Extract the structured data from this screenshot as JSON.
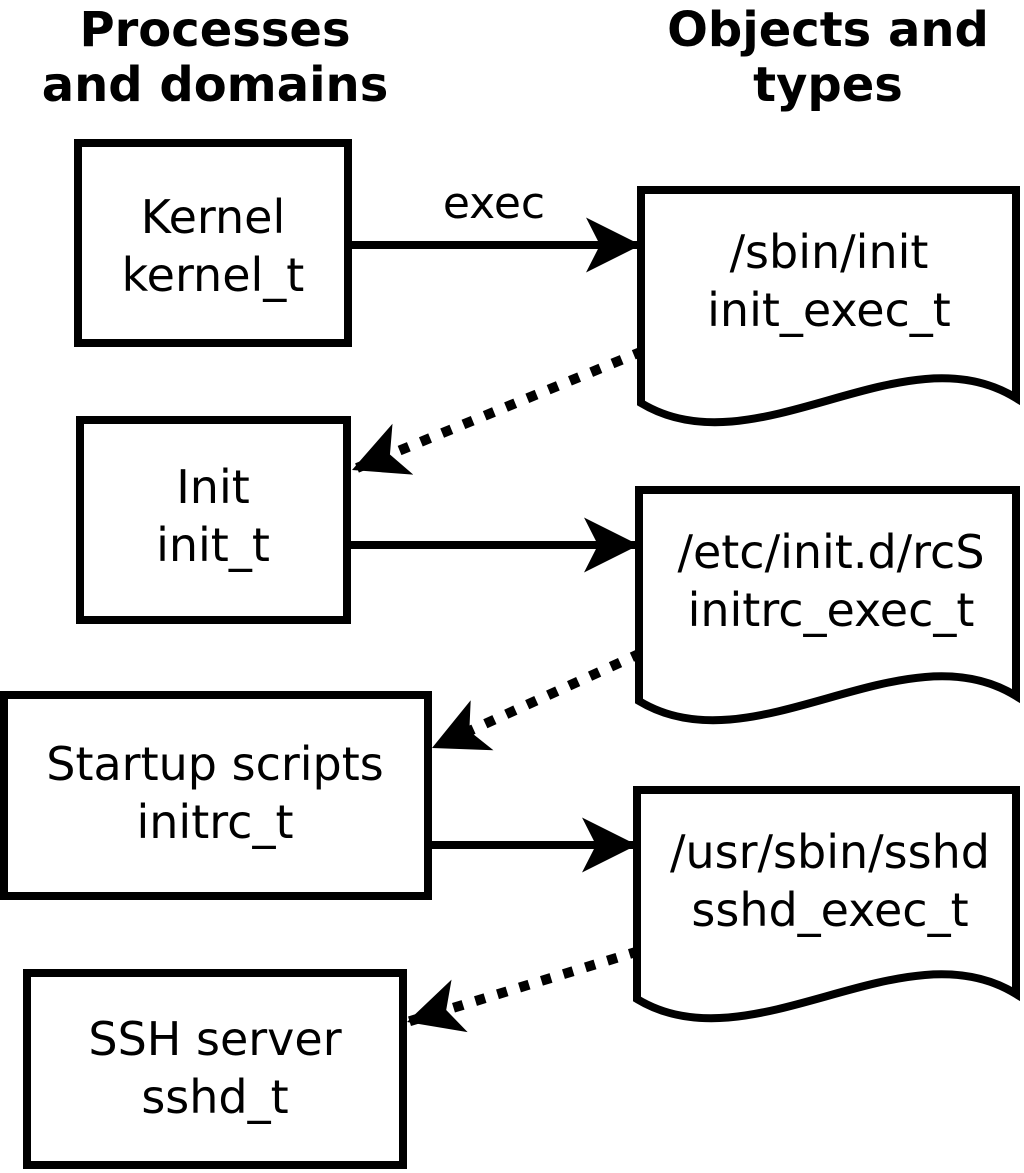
{
  "diagram": {
    "column_titles": {
      "left": {
        "line1": "Processes",
        "line2": "and domains"
      },
      "right": {
        "line1": "Objects and",
        "line2": "types"
      }
    },
    "colors": {
      "stroke": "#000000",
      "background": "#ffffff"
    }
  },
  "processes": [
    {
      "name": "Kernel",
      "type": "kernel_t",
      "line1": "Kernel",
      "line2": "kernel_t"
    },
    {
      "name": "Init",
      "type": "init_t",
      "line1": "Init",
      "line2": "init_t"
    },
    {
      "name": "Startup scripts",
      "type": "initrc_t",
      "line1": "Startup scripts",
      "line2": "initrc_t"
    },
    {
      "name": "SSH server",
      "type": "sshd_t",
      "line1": "SSH server",
      "line2": "sshd_t"
    }
  ],
  "objects": [
    {
      "path": "/sbin/init",
      "type": "init_exec_t",
      "line1": "/sbin/init",
      "line2": "init_exec_t"
    },
    {
      "path": "/etc/init.d/rcS",
      "type": "initrc_exec_t",
      "line1": "/etc/init.d/rcS",
      "line2": "initrc_exec_t"
    },
    {
      "path": "/usr/sbin/sshd",
      "type": "sshd_exec_t",
      "line1": "/usr/sbin/sshd",
      "line2": "sshd_exec_t"
    }
  ],
  "edges": {
    "exec_label": "exec"
  }
}
